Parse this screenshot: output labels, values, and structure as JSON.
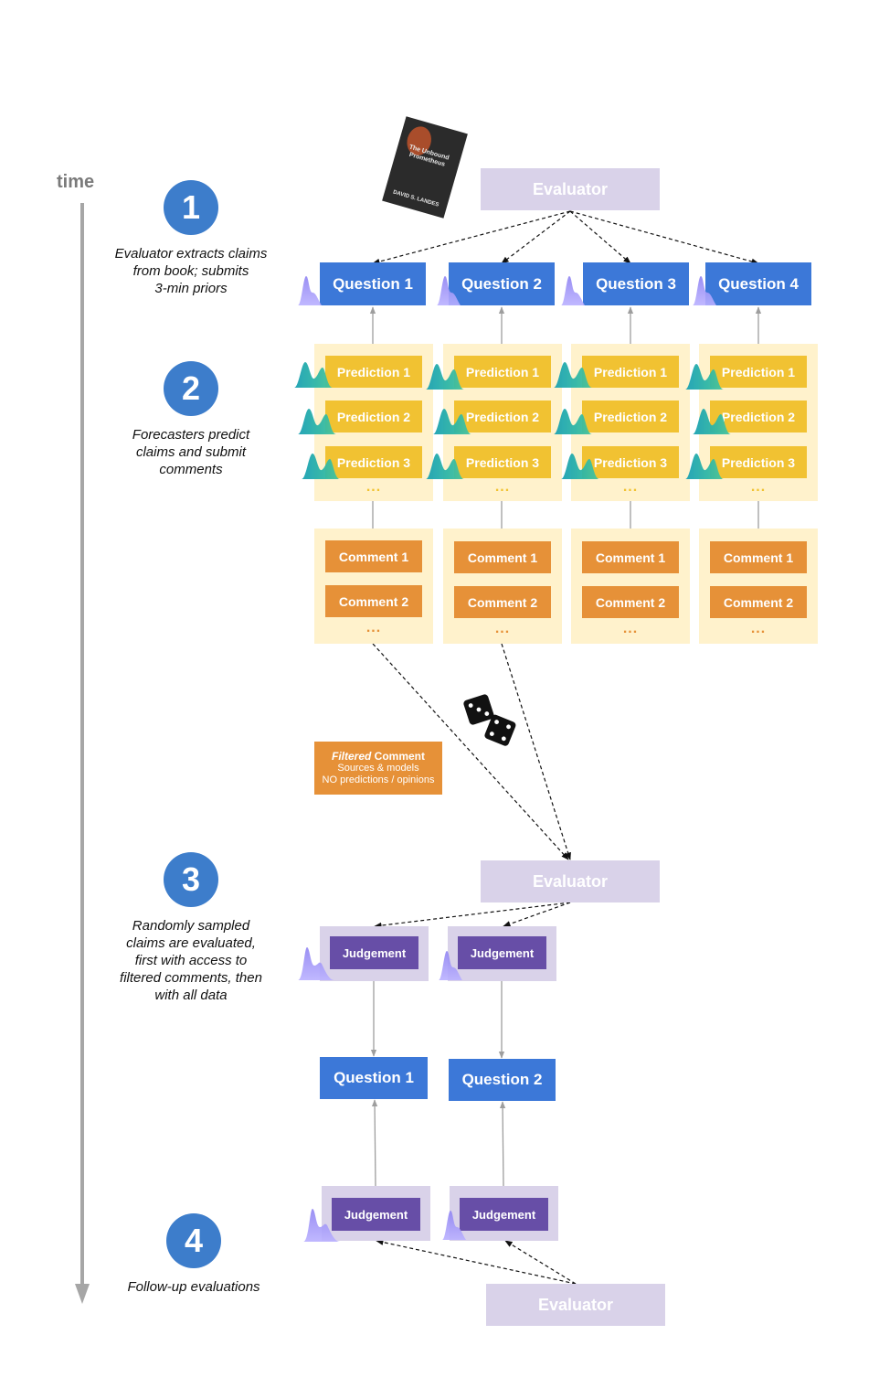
{
  "timeline": {
    "label": "time"
  },
  "steps": [
    {
      "number": "1",
      "text_lines": [
        "Evaluator extracts claims",
        "from book; submits",
        "3-min priors"
      ]
    },
    {
      "number": "2",
      "text_lines": [
        "Forecasters predict",
        "claims and submit",
        "comments"
      ]
    },
    {
      "number": "3",
      "text_lines": [
        "Randomly sampled",
        "claims are evaluated,",
        "first with access to",
        "filtered comments, then",
        "with all data"
      ]
    },
    {
      "number": "4",
      "text_lines": [
        "Follow-up evaluations"
      ]
    }
  ],
  "book": {
    "title": "The Unbound Prometheus",
    "author": "DAVID S. LANDES"
  },
  "evaluator_label": "Evaluator",
  "top_questions": [
    "Question 1",
    "Question 2",
    "Question 3",
    "Question 4"
  ],
  "predictions": [
    "Prediction 1",
    "Prediction 2",
    "Prediction 3"
  ],
  "comments": [
    "Comment 1",
    "Comment 2"
  ],
  "ellipsis": "...",
  "filtered_comment": {
    "title_italic": "Filtered",
    "title_rest": " Comment",
    "line1": "Sources & models",
    "line2": "NO predictions / opinions"
  },
  "judgement_label": "Judgement",
  "bottom_questions": [
    "Question 1",
    "Question 2"
  ],
  "colors": {
    "step_circle": "#3d7dcb",
    "evaluator": "#d9d2e9",
    "question": "#3c78d8",
    "panel": "#fff2cc",
    "prediction": "#f1c232",
    "comment": "#e69138",
    "judgement": "#674ea7",
    "distribution_purple": "#8b7cf0",
    "distribution_teal": "#1fa7b4"
  },
  "icons": [
    "dice-icon",
    "book-cover-icon",
    "distribution-icon",
    "timeline-arrow-icon"
  ]
}
